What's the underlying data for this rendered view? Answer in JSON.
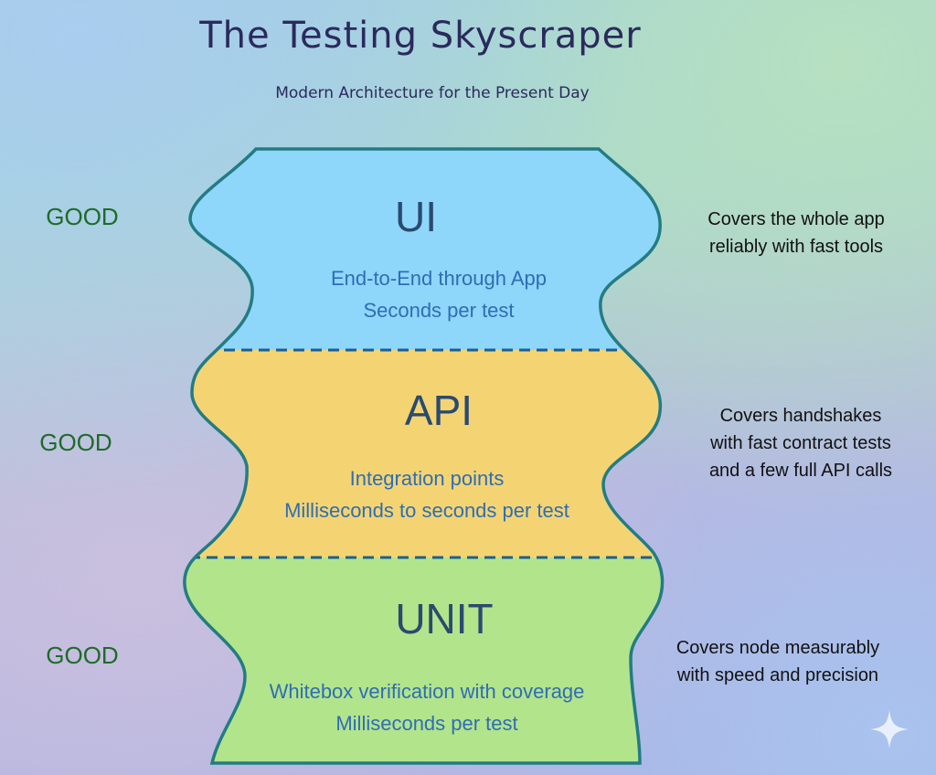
{
  "header": {
    "title": "The Testing Skyscraper",
    "subtitle": "Modern Architecture for the Present Day"
  },
  "layers": [
    {
      "name": "UI",
      "line1": "End-to-End through App",
      "line2": "Seconds per test",
      "rating": "GOOD",
      "note": [
        "Covers the whole app",
        "reliably with fast tools"
      ],
      "color": "#8fd6fb"
    },
    {
      "name": "API",
      "line1": "Integration points",
      "line2": "Milliseconds to seconds per test",
      "rating": "GOOD",
      "note": [
        "Covers handshakes",
        "with fast contract tests",
        "and a few full API calls"
      ],
      "color": "#f4d472"
    },
    {
      "name": "UNIT",
      "line1": "Whitebox verification with coverage",
      "line2": "Milliseconds per test",
      "rating": "GOOD",
      "note": [
        "Covers node measurably",
        "with speed and precision"
      ],
      "color": "#b2e48c"
    }
  ],
  "colors": {
    "outline": "#237c83",
    "divider": "#1d5f8f",
    "good": "#1f6a2a"
  },
  "icons": {
    "corner": "sparkle-icon"
  }
}
